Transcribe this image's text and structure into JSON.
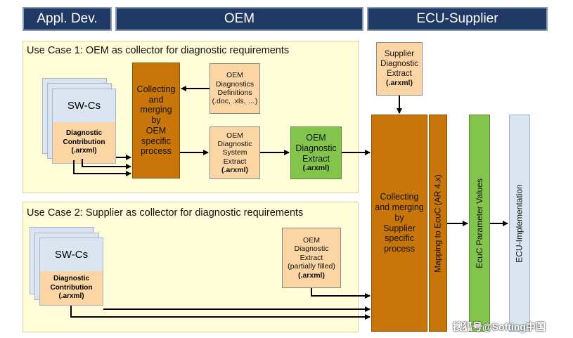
{
  "headers": {
    "appl": "Appl. Dev.",
    "oem": "OEM",
    "ecu": "ECU-Supplier"
  },
  "use_case_1": {
    "title": "Use Case 1: OEM as collector for diagnostic requirements",
    "sw_label": "SW-Cs",
    "contribution": [
      "Diagnostic",
      "Contribution",
      "(.arxml)"
    ],
    "collecting": [
      "Collecting",
      "and",
      "merging",
      "by",
      "OEM",
      "specific",
      "process"
    ],
    "definitions": [
      "OEM",
      "Diagnostics",
      "Definitions",
      "(.doc, .xls, …)"
    ],
    "system_extract": [
      "OEM",
      "Diagnostic",
      "System",
      "Extract",
      "(.arxml)"
    ],
    "oem_extract": [
      "OEM",
      "Diagnostic",
      "Extract",
      "(.arxml)"
    ]
  },
  "use_case_2": {
    "title": "Use Case 2: Supplier as collector for diagnostic requirements",
    "sw_label": "SW-Cs",
    "contribution": [
      "Diagnostic",
      "Contribution",
      "(.arxml)"
    ],
    "partial_extract": [
      "OEM",
      "Diagnostic",
      "Extract",
      "(partially filled)",
      "(.arxml)"
    ]
  },
  "supplier": {
    "extract": [
      "Supplier",
      "Diagnostic",
      "Extract",
      "(.arxml)"
    ],
    "collecting": [
      "Collecting",
      "and merging",
      "by",
      "Supplier",
      "specific",
      "process"
    ],
    "mapping": "Mapping to EcuC (AR 4.x)",
    "parameter_values": "EcuC Parameter Values",
    "implementation": "ECU-Implementation"
  },
  "watermark": "搜狐号@Softing中国",
  "colors": {
    "header": "#1f3864",
    "panel": "#fffdd8",
    "peach": "#fcd5a4",
    "orange": "#c8760a",
    "green": "#82c44c",
    "light_blue": "#dbe5f1"
  }
}
